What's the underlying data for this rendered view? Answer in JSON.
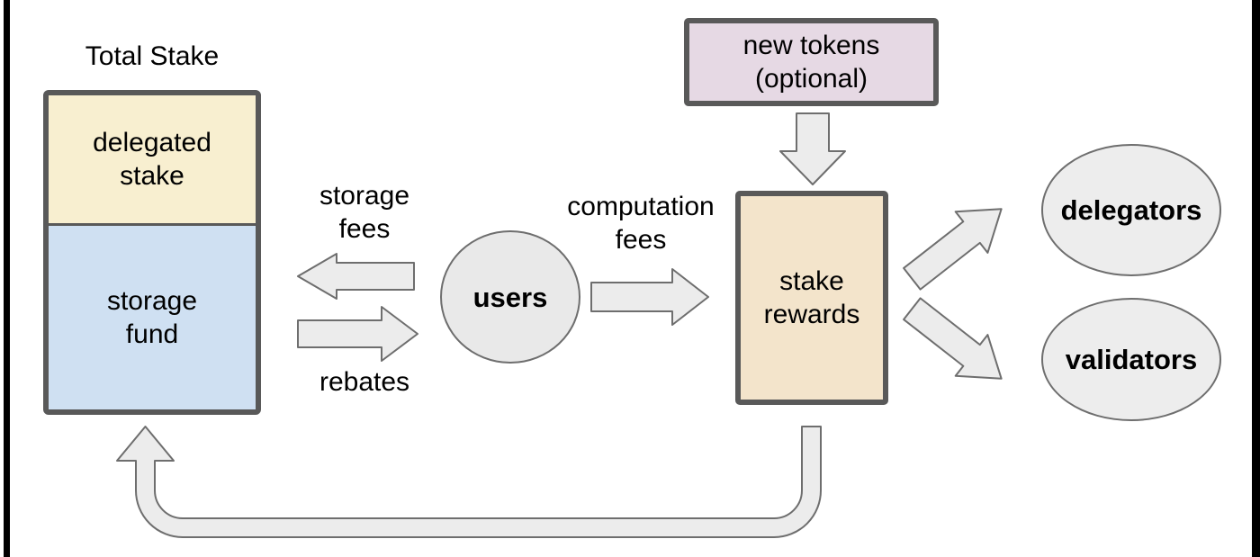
{
  "diagram": {
    "total_stake": {
      "title": "Total Stake",
      "delegated_stake_label": "delegated\nstake",
      "delegated_stake_color": "#f8efd0",
      "storage_fund_label": "storage\nfund",
      "storage_fund_color": "#cfe0f2"
    },
    "users": {
      "label": "users",
      "color": "#e9e9e9"
    },
    "new_tokens": {
      "label": "new tokens\n(optional)",
      "color": "#e6d9e4"
    },
    "stake_rewards": {
      "label": "stake\nrewards",
      "color": "#f3e4cb"
    },
    "delegators": {
      "label": "delegators",
      "color": "#ededed"
    },
    "validators": {
      "label": "validators",
      "color": "#ededed"
    },
    "labels": {
      "storage_fees": "storage\nfees",
      "rebates": "rebates",
      "computation_fees": "computation\nfees"
    },
    "colors": {
      "arrow_fill": "#ececec",
      "arrow_stroke": "#6e6e6e",
      "box_border": "#595959",
      "frame": "#000000",
      "text": "#000000"
    }
  }
}
